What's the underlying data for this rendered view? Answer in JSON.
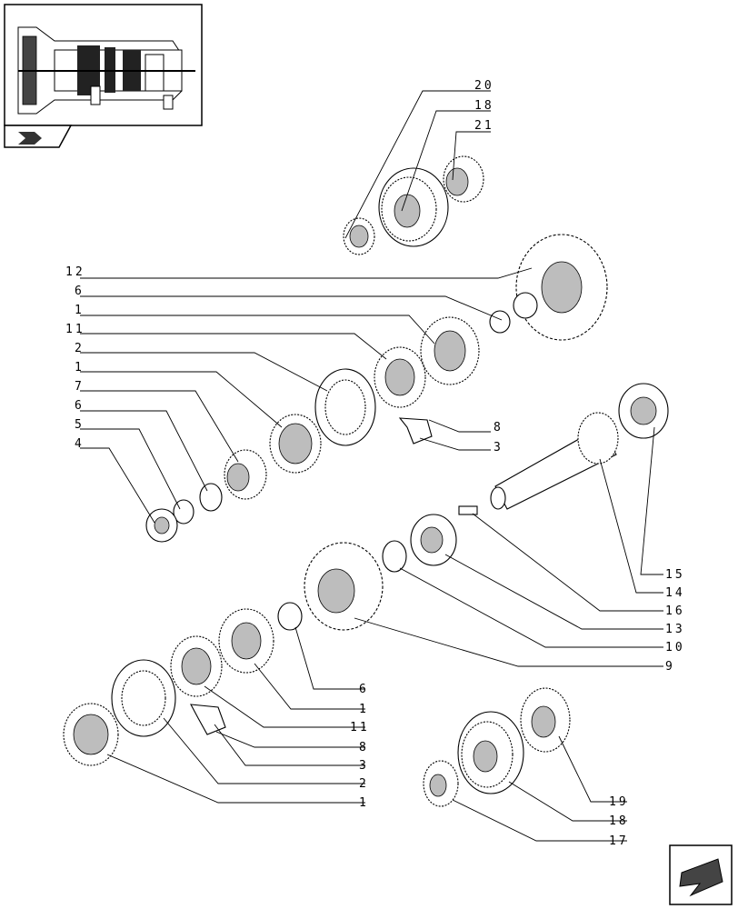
{
  "callouts": [
    {
      "id": "c20a",
      "text": "20"
    },
    {
      "id": "c18a",
      "text": "18"
    },
    {
      "id": "c21",
      "text": "21"
    },
    {
      "id": "c12",
      "text": "12"
    },
    {
      "id": "c6a",
      "text": "6"
    },
    {
      "id": "c1a",
      "text": "1"
    },
    {
      "id": "c11a",
      "text": "11"
    },
    {
      "id": "c2a",
      "text": "2"
    },
    {
      "id": "c1b",
      "text": "1"
    },
    {
      "id": "c7",
      "text": "7"
    },
    {
      "id": "c6b",
      "text": "6"
    },
    {
      "id": "c5",
      "text": "5"
    },
    {
      "id": "c4",
      "text": "4"
    },
    {
      "id": "c8a",
      "text": "8"
    },
    {
      "id": "c3a",
      "text": "3"
    },
    {
      "id": "c15",
      "text": "15"
    },
    {
      "id": "c14",
      "text": "14"
    },
    {
      "id": "c16",
      "text": "16"
    },
    {
      "id": "c13",
      "text": "13"
    },
    {
      "id": "c10",
      "text": "10"
    },
    {
      "id": "c9",
      "text": "9"
    },
    {
      "id": "c6c",
      "text": "6"
    },
    {
      "id": "c1c",
      "text": "1"
    },
    {
      "id": "c11b",
      "text": "11"
    },
    {
      "id": "c8b",
      "text": "8"
    },
    {
      "id": "c3b",
      "text": "3"
    },
    {
      "id": "c2b",
      "text": "2"
    },
    {
      "id": "c1d",
      "text": "1"
    },
    {
      "id": "c19",
      "text": "19"
    },
    {
      "id": "c18b",
      "text": "18"
    },
    {
      "id": "c17",
      "text": "17"
    }
  ],
  "icons": {
    "thumbnail": "transmission-overview-icon",
    "prev_page": "prev-page-arrow-icon",
    "next_page": "next-page-arrow-icon"
  }
}
